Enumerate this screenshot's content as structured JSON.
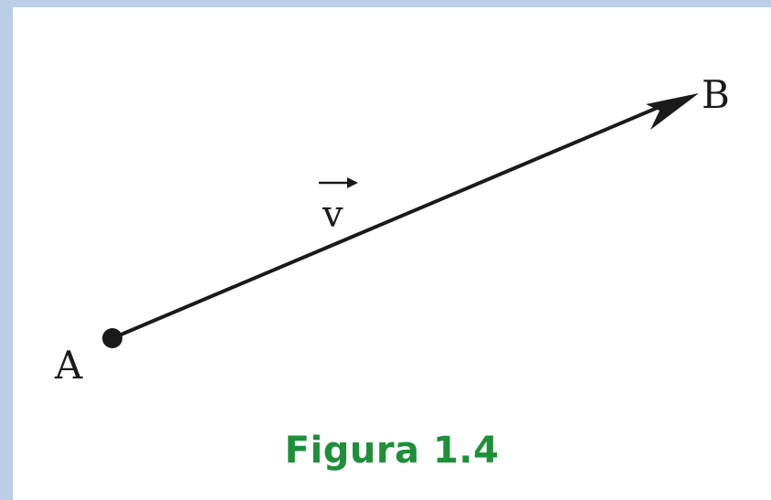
{
  "figure": {
    "caption": "Figura 1.4",
    "caption_color": "#1f8f3a",
    "ink_color": "#1a1a1a",
    "frame_color": "#b9cfe6",
    "vector": {
      "start_label": "A",
      "end_label": "B",
      "name": "v"
    }
  }
}
